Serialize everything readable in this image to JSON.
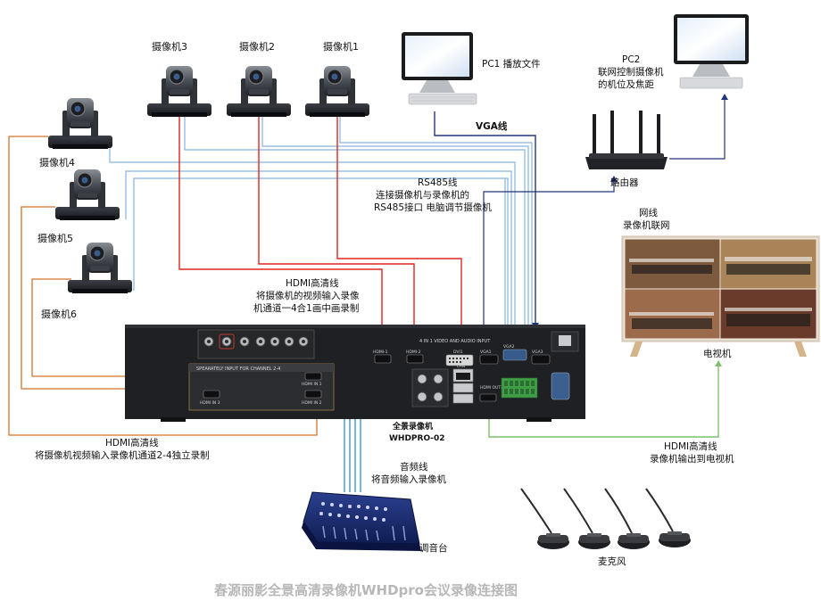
{
  "cameras": [
    {
      "label": "摄像机3"
    },
    {
      "label": "摄像机2"
    },
    {
      "label": "摄像机1"
    },
    {
      "label": "摄像机4"
    },
    {
      "label": "摄像机5"
    },
    {
      "label": "摄像机6"
    }
  ],
  "pc1": {
    "label": "PC1 播放文件"
  },
  "pc2": {
    "lines": [
      "PC2",
      "联网控制摄像机",
      "的机位及焦距"
    ]
  },
  "vga": {
    "label": "VGA线"
  },
  "router": {
    "label": "路由器"
  },
  "network": {
    "lines": [
      "网线",
      "录像机联网"
    ]
  },
  "tv": {
    "label": "电视机"
  },
  "rs485": {
    "lines": [
      "RS485线",
      "连接摄像机与录像机的",
      "RS485接口 电脑调节摄像机"
    ]
  },
  "hdmi_main": {
    "lines": [
      "HDMI高清线",
      "将摄像机的视频输入录像",
      "机通道一4合1画中画录制"
    ]
  },
  "hdmi_bottom": {
    "lines": [
      "HDMI高清线",
      "将摄像机视频输入录像机通道2-4独立录制"
    ]
  },
  "hdmi_tv": {
    "lines": [
      "HDMI高清线",
      "录像机输出到电视机"
    ]
  },
  "recorder": {
    "lines": [
      "全景录像机",
      "WHDPRO-02"
    ],
    "panel_header": "4 IN 1 VIDEO AND AUDIO INPUT",
    "channel_label": "SPEARATELY INPUT FOR CHANNEL 2-4",
    "ports": {
      "hdmi1": "HDMI-1",
      "hdmi2": "HDMI-2",
      "hdmi3": "HDMI IN 3",
      "hdmi_in1": "HDMI IN 1",
      "hdmi_in2": "HDMI IN 2",
      "vga1": "VGA1",
      "vga2": "VGA2",
      "vga3": "VGA3",
      "lan": "LAN",
      "hdmi_out": "HDMI OUTPUT",
      "dvi": "DVI1"
    }
  },
  "audio": {
    "lines": [
      "音频线",
      "将音频输入录像机"
    ]
  },
  "mixer": {
    "label": "调音台"
  },
  "mic": {
    "label": "麦克风"
  },
  "footer": {
    "title": "春源丽影全景高清录像机WHDpro会议录像连接图"
  },
  "colors": {
    "hdmi_red": "#e2251f",
    "hdmi_orange": "#d2752b",
    "rs485_blue": "#86b4dc",
    "audio_blue": "#2e8ed0",
    "vga_navy": "#233a7a",
    "net_navy": "#23367a",
    "tv_green": "#7fbf6e"
  }
}
